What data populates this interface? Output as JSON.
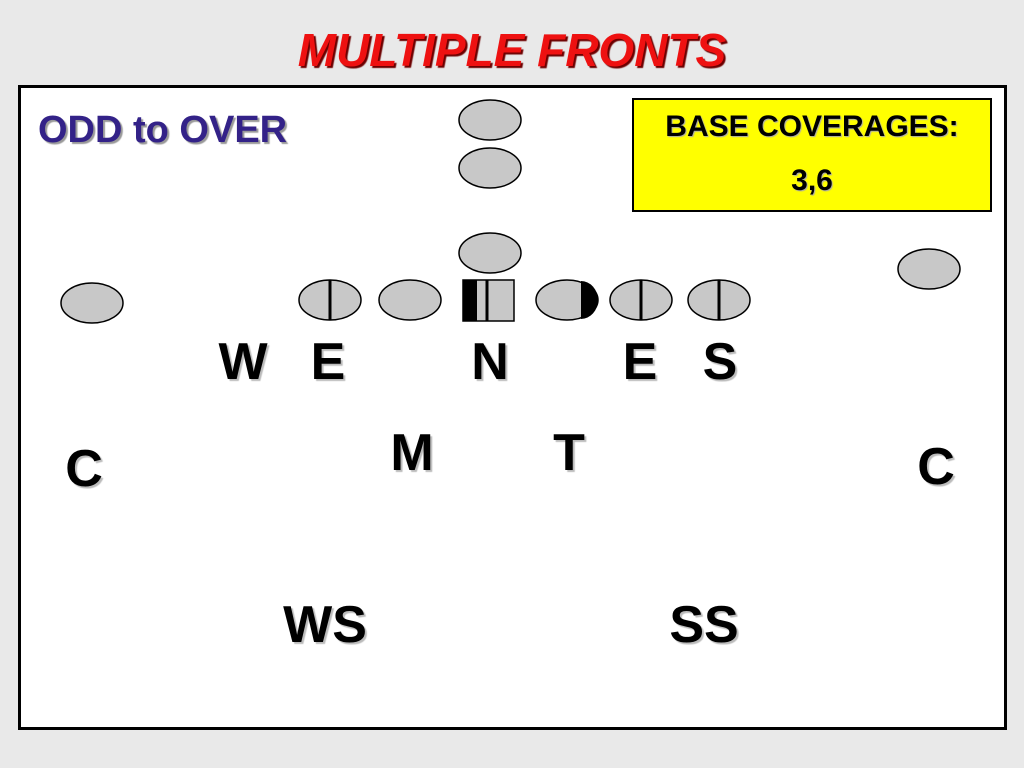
{
  "title": "MULTIPLE FRONTS",
  "subtitle": "ODD to OVER",
  "coverage": {
    "label": "BASE COVERAGES:",
    "value": "3,6"
  },
  "defense": {
    "w": "W",
    "e_left": "E",
    "n": "N",
    "e_right": "E",
    "s": "S",
    "m": "M",
    "t": "T",
    "c_left": "C",
    "c_right": "C",
    "ws": "WS",
    "ss": "SS"
  },
  "colors": {
    "title": "#ee1111",
    "subtitle": "#332288",
    "coverage_box": "#ffff00",
    "offense_fill": "#c8c8c8"
  }
}
